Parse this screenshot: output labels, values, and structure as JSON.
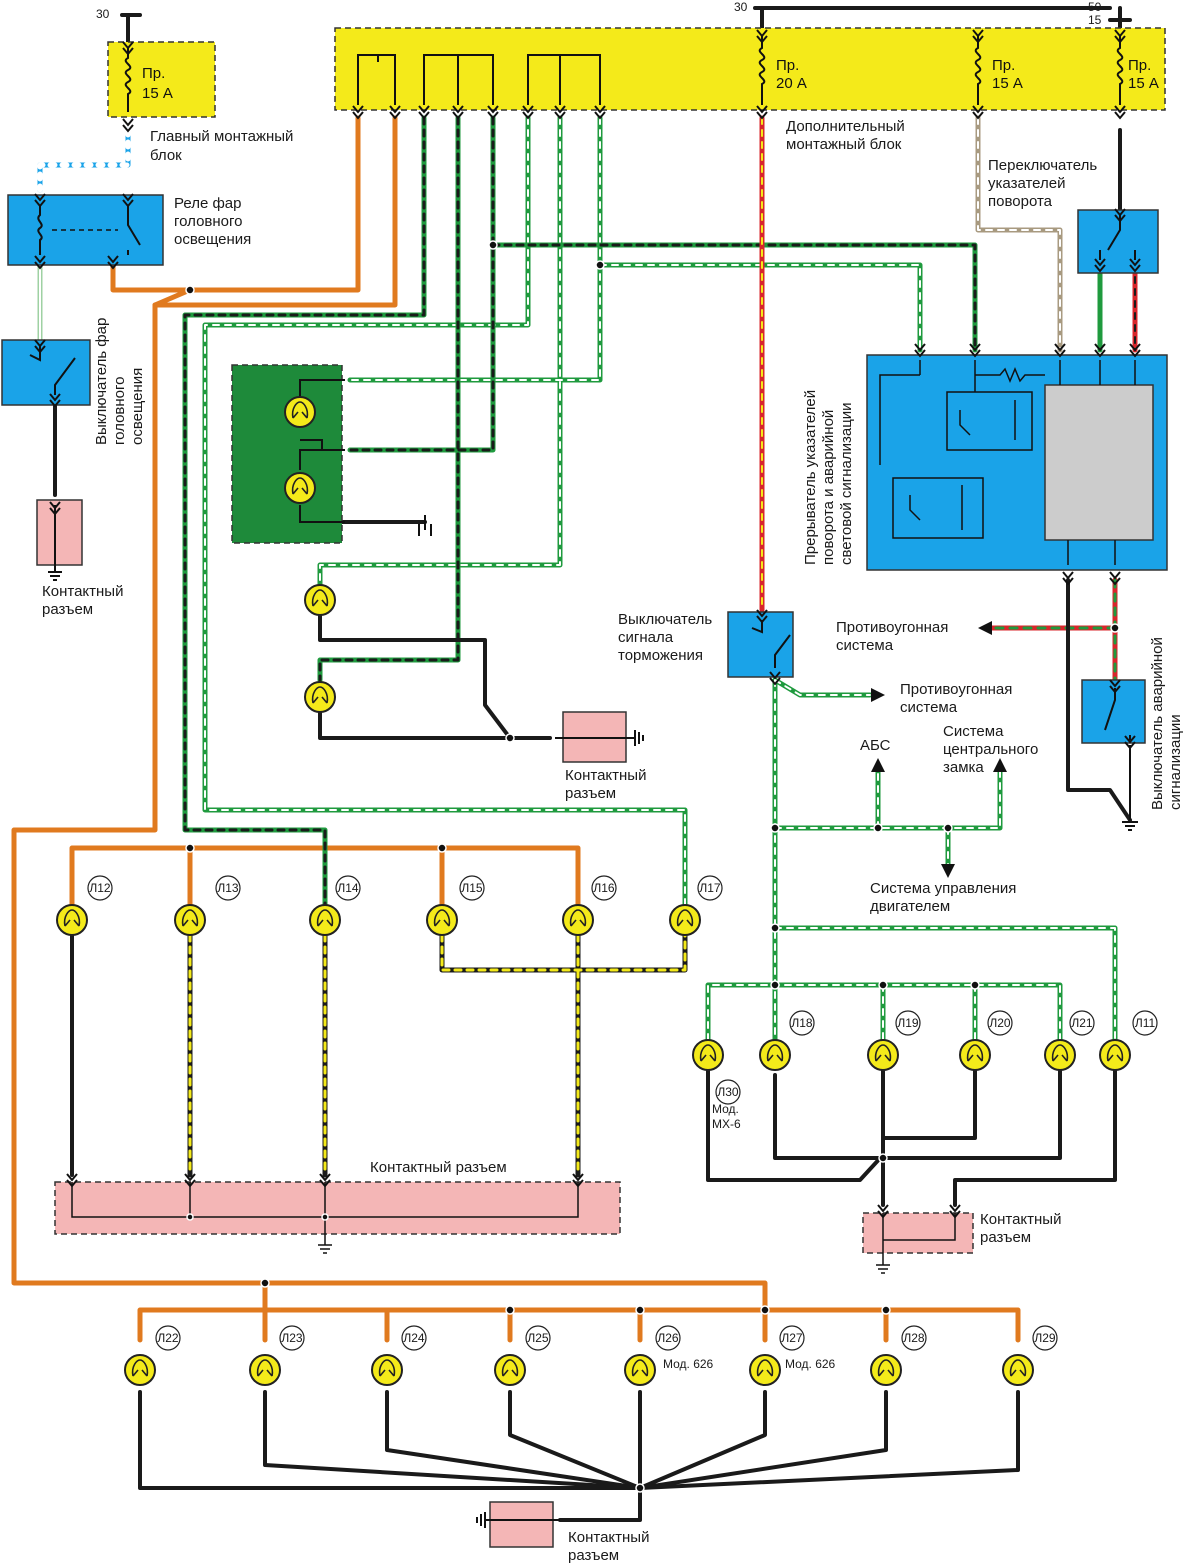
{
  "fuses": {
    "f1": {
      "name": "Пр.",
      "rating": "15 А"
    },
    "f2": {
      "name": "Пр.",
      "rating": "20 А"
    },
    "f3": {
      "name": "Пр.",
      "rating": "15 А"
    },
    "f4": {
      "name": "Пр.",
      "rating": "15 А"
    }
  },
  "terminals": {
    "t30_left": "30",
    "t30_right": "30",
    "t50": "50",
    "t15": "15"
  },
  "labels": {
    "main_block": [
      "Главный монтажный",
      "блок"
    ],
    "aux_block": [
      "Дополнительный",
      "монтажный блок"
    ],
    "headlamp_relay": [
      "Реле фар",
      "головного",
      "освещения"
    ],
    "headlamp_switch": [
      "Выключатель фар",
      "головного",
      "освещения"
    ],
    "turn_switch": [
      "Переключатель",
      "указателей",
      "поворота"
    ],
    "flasher": [
      "Прерыватель указателей",
      "поворота и аварийной",
      "световой сигнализации"
    ],
    "brake_switch": [
      "Выключатель",
      "сигнала",
      "торможения"
    ],
    "hazard_switch": [
      "Выключатель аварийной",
      "сигнализации"
    ],
    "antitheft1": [
      "Противоугонная",
      "система"
    ],
    "antitheft2": [
      "Противоугонная",
      "система"
    ],
    "abs": "АБС",
    "central_lock": [
      "Система",
      "центрального",
      "замка"
    ],
    "engine_ctrl": [
      "Система управления",
      "двигателем"
    ],
    "connector": [
      "Контактный",
      "разъем"
    ],
    "connector_long": "Контактный разъем",
    "mod_mx6": [
      "Мод.",
      "МХ-6"
    ],
    "mod_626": "Мод. 626"
  },
  "lamps": {
    "L11": "Л11",
    "L12": "Л12",
    "L13": "Л13",
    "L14": "Л14",
    "L15": "Л15",
    "L16": "Л16",
    "L17": "Л17",
    "L18": "Л18",
    "L19": "Л19",
    "L20": "Л20",
    "L21": "Л21",
    "L22": "Л22",
    "L23": "Л23",
    "L24": "Л24",
    "L25": "Л25",
    "L26": "Л26",
    "L27": "Л27",
    "L28": "Л28",
    "L29": "Л29",
    "L30": "Л30"
  },
  "colors": {
    "fuse_block": "#f4ea1a",
    "relay": "#1aa3e8",
    "connector": "#f4b6b6",
    "lamp_panel": "#1e8a3a",
    "flasher_module": "#cccccc",
    "orange_wire": "#e07a1f",
    "green_wire": "#1f9a3e",
    "red_wire": "#d8262b",
    "black_wire": "#1a1a1a"
  }
}
